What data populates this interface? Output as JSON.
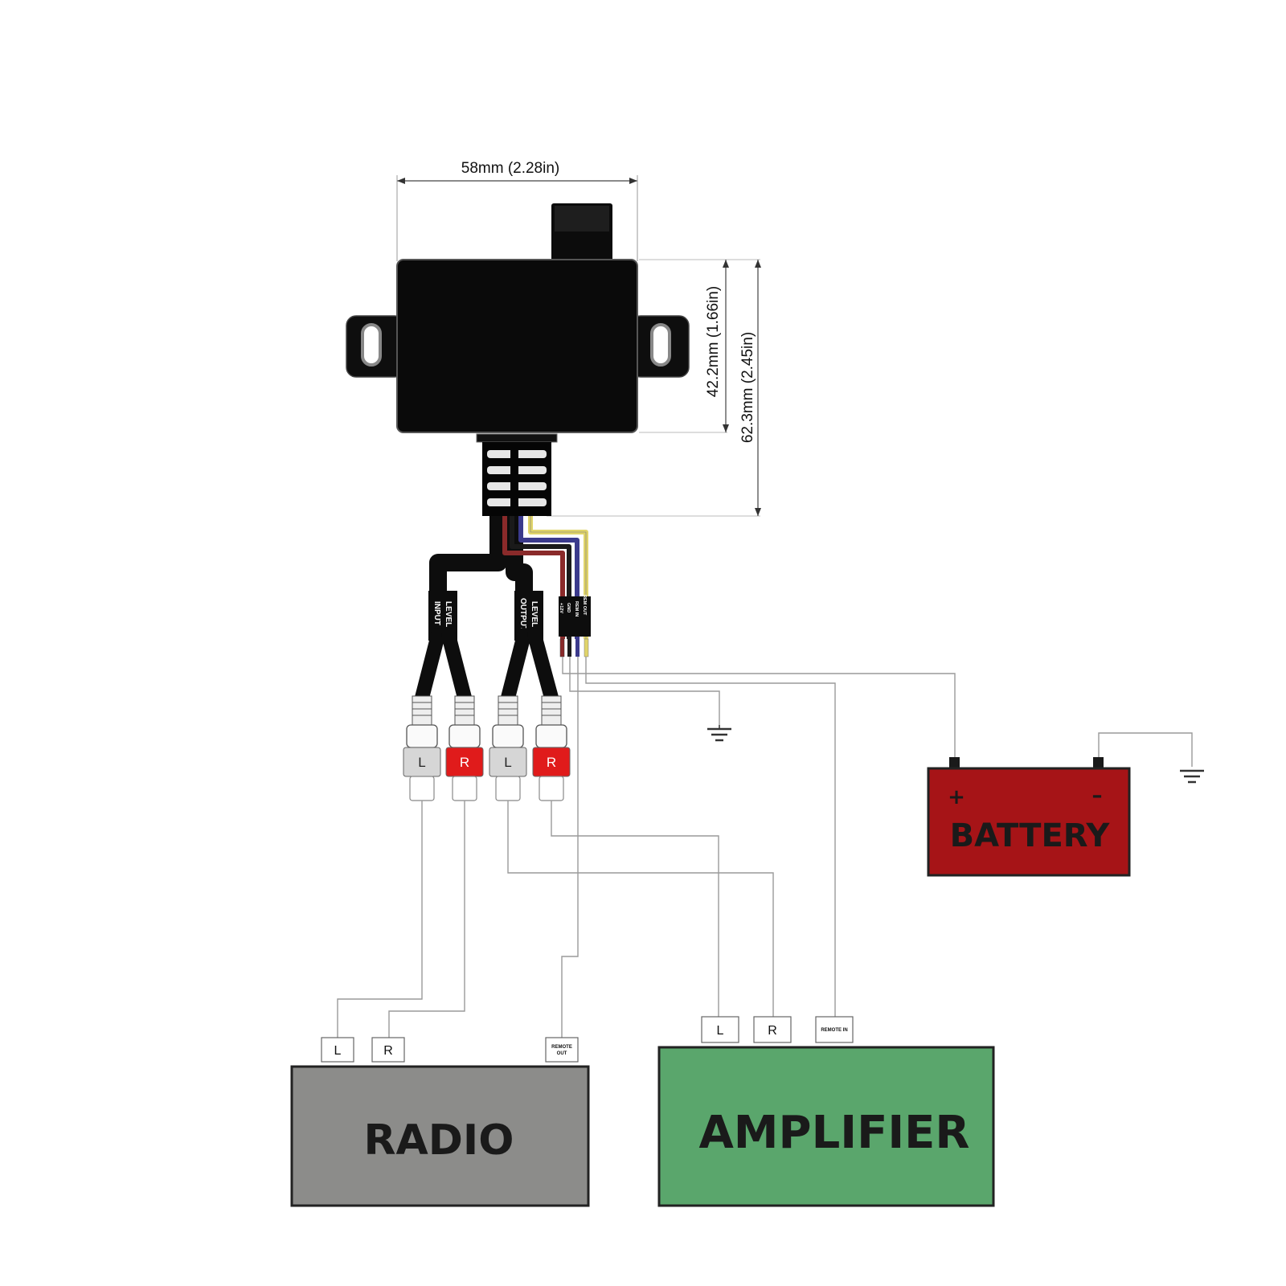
{
  "dimensions": {
    "width": "58mm (2.28in)",
    "height_body": "42.2mm (1.66in)",
    "height_total": "62.3mm (2.45in)"
  },
  "cable_labels": {
    "level_input": [
      "LEVEL",
      "INPUT"
    ],
    "level_output": [
      "LEVEL",
      "OUTPUT"
    ],
    "wire_12v": "+12V",
    "wire_gnd": "GND",
    "wire_rem_in": "REM IN",
    "wire_rem_out": "REM OUT"
  },
  "rca_plugs": {
    "input_left": "L",
    "input_right": "R",
    "output_left": "L",
    "output_right": "R"
  },
  "devices": {
    "radio": {
      "label": "RADIO",
      "port_left": "L",
      "port_right": "R",
      "port_remote": [
        "REMOTE",
        "OUT"
      ]
    },
    "amplifier": {
      "label": "AMPLIFIER",
      "port_left": "L",
      "port_right": "R",
      "port_remote": "REMOTE IN"
    },
    "battery": {
      "label": "BATTERY",
      "positive": "+",
      "negative": "–"
    }
  },
  "colors": {
    "radio": "#8c8c8a",
    "amplifier": "#5aa66c",
    "battery": "#a61417",
    "plug_red": "#e01b1b",
    "plug_white": "#d6d6d6",
    "wire_red": "#8a2a2a",
    "wire_black": "#1a1a1a",
    "wire_blue": "#3b3a8c",
    "wire_yellow": "#e0d46a"
  },
  "icons": [
    "ground-icon",
    "ground-icon",
    "mount-hole-icon"
  ]
}
